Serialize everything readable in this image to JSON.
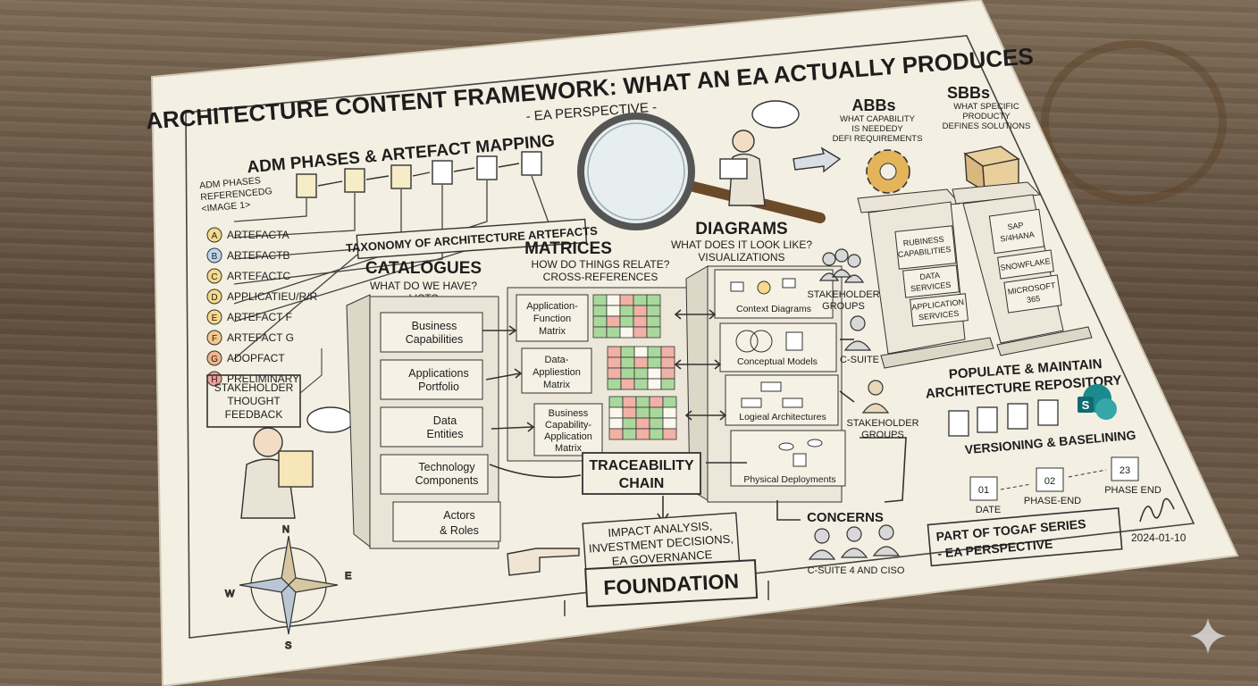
{
  "title": "ARCHITECTURE CONTENT FRAMEWORK: WHAT AN EA ACTUALLY PRODUCES",
  "subtitle": "- EA PERSPECTIVE -",
  "adm": {
    "heading": "ADM PHASES & ARTEFACT MAPPING",
    "note": [
      "ADM PHASES",
      "REFERENCEDG",
      "<IMAGE 1>"
    ],
    "artefacts": [
      {
        "letter": "A",
        "label": "ARTEFACTA"
      },
      {
        "letter": "B",
        "label": "ARTEFACTB"
      },
      {
        "letter": "C",
        "label": "ARTEFACTC"
      },
      {
        "letter": "D",
        "label": "APPLICATIEU/R/R"
      },
      {
        "letter": "E",
        "label": "ARTEFACT F"
      },
      {
        "letter": "F",
        "label": "ARTEFACT G"
      },
      {
        "letter": "G",
        "label": "ADOPFACT"
      },
      {
        "letter": "H",
        "label": "PRELIMINARY"
      }
    ],
    "feedback": [
      "STAKEHOLDER",
      "THOUGHT",
      "FEEDBACK"
    ]
  },
  "taxonomy": "TAXONOMY OF ARCHITECTURE ARTEFACTS",
  "catalogues": {
    "heading": "CATALOGUES",
    "sub": [
      "WHAT DO WE HAVE?",
      "LISTS"
    ],
    "items": [
      [
        "Business",
        "Capabilities"
      ],
      [
        "Applications",
        "Portfolio"
      ],
      [
        "Data",
        "Entities"
      ],
      [
        "Technology",
        "Components"
      ],
      [
        "Actors",
        "& Roles"
      ]
    ]
  },
  "matrices": {
    "heading": "MATRICES",
    "sub": [
      "HOW DO THINGS RELATE?",
      "CROSS-REFERENCES"
    ],
    "items": [
      [
        "Application-",
        "Function",
        "Matrix"
      ],
      [
        "Data-",
        "Appliestion",
        "Matrix"
      ],
      [
        "Business",
        "Capability-",
        "Application",
        "Matrix"
      ]
    ]
  },
  "diagrams": {
    "heading": "DIAGRAMS",
    "sub": [
      "WHAT DOES IT LOOK LIKE?",
      "VISUALIZATIONS"
    ],
    "items": [
      "Context Diagrams",
      "Conceptual Models",
      "Logieal Architectures",
      "Physical Deployments"
    ]
  },
  "traceability": [
    "TRACEABILITY",
    "CHAIN"
  ],
  "impact": [
    "IMPACT ANALYSIS,",
    "INVESTMENT DECISIONS,",
    "EA GOVERNANCE"
  ],
  "foundation": "FOUNDATION",
  "stakeholders": {
    "groups_1": [
      "STAKEHOLDER",
      "GROUPS"
    ],
    "csuite": "C-SUITE",
    "groups_2": [
      "STAKEHOLDER",
      "GROUPS"
    ],
    "concerns": "CONCERNS",
    "concerns_people": "C-SUITE 4 AND CISO"
  },
  "abbs": {
    "heading": "ABBs",
    "sub": [
      "WHAT CAPABILITY",
      "IS NEEDEDY",
      "DEFI REQUIREMENTS"
    ],
    "pillar": [
      [
        "RUBINESS",
        "CAPABILITIES"
      ],
      [
        "DATA",
        "SERVICES"
      ],
      [
        "APPLICATION",
        "SERVICES"
      ]
    ]
  },
  "sbbs": {
    "heading": "SBBs",
    "sub": [
      "WHAT SPECIFIC",
      "PRODUCTY",
      "DEFINES SOLUTIONS"
    ],
    "pillar": [
      [
        "SAP",
        "S/4HANA"
      ],
      [
        "SNOWFLAKE"
      ],
      [
        "MICROSOFT",
        "365"
      ]
    ]
  },
  "repository": {
    "heading": [
      "POPULATE & MAINTAIN",
      "ARCHITECTURE REPOSITORY"
    ],
    "app_letter": "S"
  },
  "versioning": {
    "heading": "VERSIONING & BASELINING",
    "steps": [
      {
        "num": "01",
        "label": "DATE"
      },
      {
        "num": "02",
        "label": "PHASE-END"
      },
      {
        "num": "23",
        "label": "PHASE END"
      }
    ]
  },
  "series": [
    "PART OF TOGAF SERIES",
    "- EA PERSPECTIVE"
  ],
  "date": "2024-01-10",
  "compass": {
    "n": "N",
    "s": "S",
    "e": "E",
    "w": "W"
  },
  "colors": {
    "paper": "#f3efe2",
    "ink": "#1d1d1d",
    "green": "#6fb86a",
    "red": "#d86a5a",
    "sharepoint": "#1b8a8f"
  }
}
